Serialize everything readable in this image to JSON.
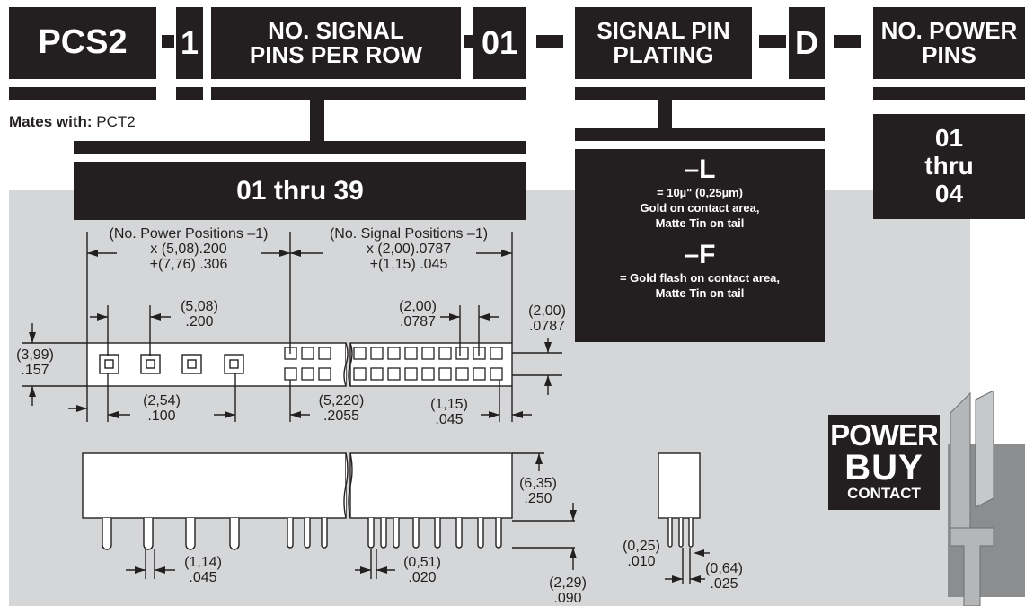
{
  "part_number": {
    "series": "PCS2",
    "dash": "–",
    "constant": "1",
    "signal_pins_label": "NO. SIGNAL\nPINS PER ROW",
    "signal_pins_example": "01",
    "plating_label": "SIGNAL PIN\nPLATING",
    "plating_example": "D",
    "power_pins_label": "NO. POWER\nPINS"
  },
  "mates_with": {
    "label": "Mates with:",
    "value": "PCT2"
  },
  "signal_range": "01 thru 39",
  "power_range": "01\nthru\n04",
  "plating_options": {
    "l_code": "–L",
    "l_desc": "= 10µ\" (0,25µm)\nGold on contact area,\nMatte Tin on tail",
    "f_code": "–F",
    "f_desc": "= Gold flash on contact area,\nMatte Tin on tail"
  },
  "dimensions": {
    "power_positions": "(No. Power Positions –1)\nx (5,08).200\n+(7,76) .306",
    "signal_positions": "(No. Signal Positions –1)\nx (2,00).0787\n+(1,15) .045",
    "power_pitch": "(5,08)\n.200",
    "signal_pitch": "(2,00)\n.0787",
    "signal_pitch_right": "(2,00)\n.0787",
    "height": "(3,99)\n.157",
    "row_offset": "(2,54)\n.100",
    "gap": "(5,220)\n.2055",
    "end_offset": "(1,15)\n.045",
    "body_height": "(6,35)\n.250",
    "power_pin": "(1,14)\n.045",
    "signal_pin": "(0,51)\n.020",
    "tail": "(2,29)\n.090",
    "pin_thickness": "(0,25)\n.010",
    "pin_width": "(0,64)\n.025"
  },
  "badge": {
    "line1": "POWER",
    "line2": "BUY",
    "line3": "CONTACT"
  },
  "colors": {
    "block": "#231f20",
    "panel": "#d5d6d7",
    "pin_gray": "#9a9b9d"
  }
}
